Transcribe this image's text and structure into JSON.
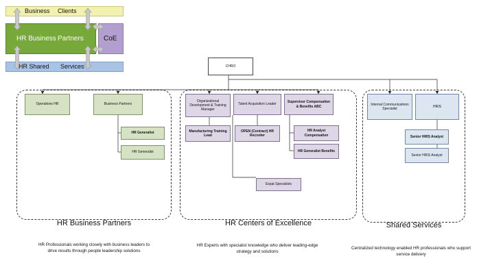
{
  "legend": {
    "business_left": "Business",
    "business_right": "Clients",
    "hrbp_left": "HR Business",
    "hrbp_right": "Partners",
    "coe": "CoE",
    "shared_left": "HR Shared",
    "shared_right": "Services",
    "colors": {
      "clients": "#f2f1b0",
      "hrbp": "#77a83a",
      "coe": "#b29fcf",
      "shared": "#a9c3e6"
    }
  },
  "chro": "CHRO",
  "business_partners": {
    "title": "HR Business Partners",
    "description": "HR Professionals working closely with business leaders to drive results through people leadership solutions",
    "operations_hr": "Operations HR",
    "business_partners": "Business Partners",
    "hr_generalist_1": "HR Generalist",
    "hr_generalist_2": "HR Generalist"
  },
  "centers_of_excellence": {
    "title": "HR Centers of Excellence",
    "description": "HR Experts with specialist knowledge who deliver leading-edge strategy and solutions",
    "od_manager": "Organizational Development & Training Manager",
    "mfg_training_lead": "Manufacturing Training Lead",
    "talent_acquisition": "Talent Acquisition Leader",
    "open_recruiter": "OPEN (Contract) HR Recruiter",
    "expat_specialists": "Expat Specialists",
    "supervisor_comp": "Supervisor Compensation & Benefits ABC",
    "hr_analyst_comp": "HR Analyst Compensation",
    "hr_generalist_benefits": "HR Generalist Benefits"
  },
  "shared_services": {
    "title": "Shared Services",
    "description": "Centralized technology enabled HR professionals who support service delivery",
    "internal_comms": "Internal Communications Specialist",
    "hris": "HRIS",
    "senior_hris_1": "Senior HRIS Analyst",
    "senior_hris_2": "Senior HRIS Analyst"
  }
}
